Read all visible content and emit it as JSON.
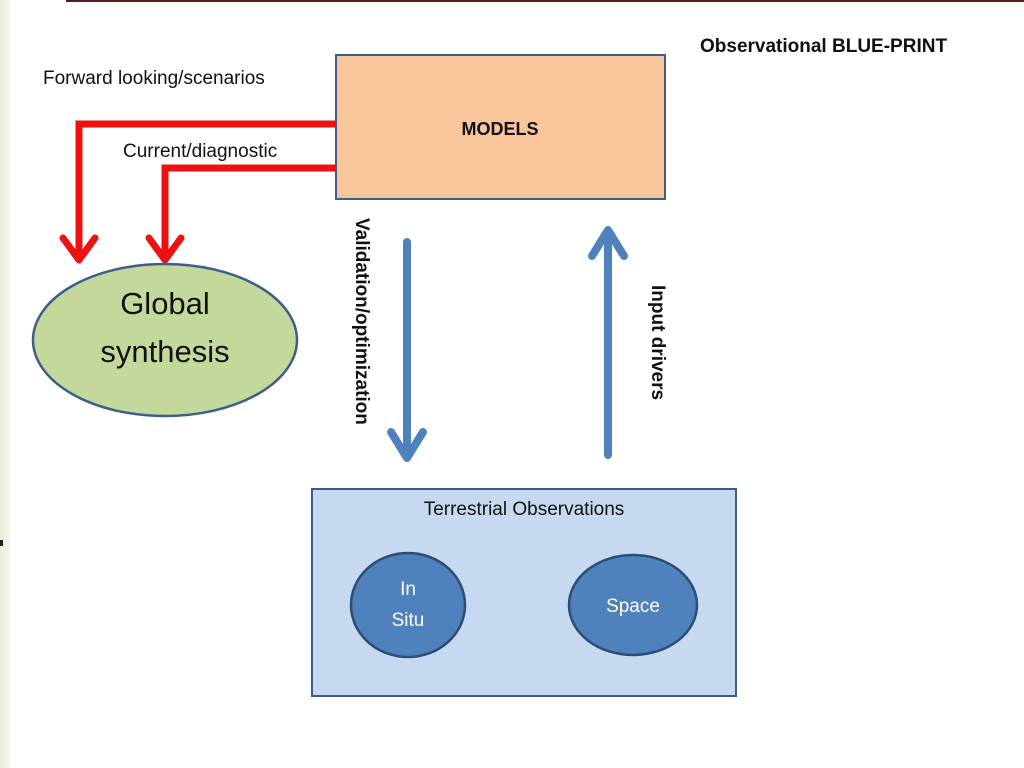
{
  "diagram": {
    "title_prefix": "Observational",
    "title_emphasis": "BLUE-PRINT",
    "models_label": "MODELS",
    "global_synthesis_line1": "Global",
    "global_synthesis_line2": "synthesis",
    "forward_label": "Forward looking/scenarios",
    "current_label": "Current/diagnostic",
    "validation_label": "Validation/optimization",
    "input_label": "Input drivers",
    "terrestrial_label": "Terrestrial Observations",
    "in_situ_line1": "In",
    "in_situ_line2": "Situ",
    "space_label": "Space"
  },
  "colors": {
    "models_fill": "#f9c69c",
    "global_fill": "#c4d89b",
    "terrestrial_fill": "#c6d9f0",
    "node_fill": "#4f81bd",
    "red_arrow": "#ee1111",
    "blue_arrow": "#4f81bd"
  }
}
